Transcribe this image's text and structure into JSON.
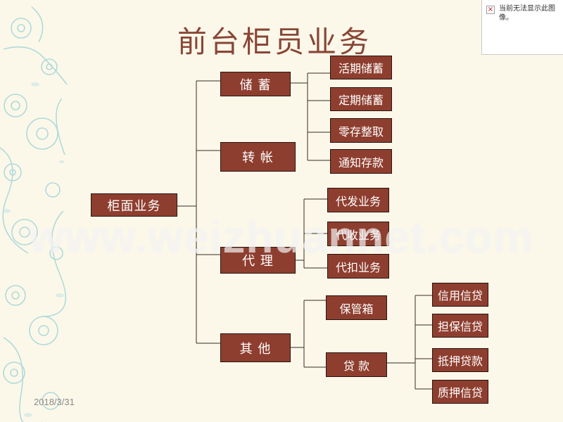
{
  "title": "前台柜员业务",
  "broken_image_text": "当前无法显示此图像。",
  "date": "2018/3/31",
  "watermark": "www.weizhuannet.com",
  "colors": {
    "node_fill": "#8e3e2f",
    "title": "#8a4636",
    "line": "#3a2a20"
  },
  "tree": {
    "root": "柜面业务",
    "level1": [
      "储  蓄",
      "转  帐",
      "代  理",
      "其  他"
    ],
    "savings": [
      "活期储蓄",
      "定期储蓄",
      "零存整取",
      "通知存款"
    ],
    "agency": [
      "代发业务",
      "代收业务",
      "代扣业务"
    ],
    "other": [
      "保管箱",
      "贷    款"
    ],
    "loans": [
      "信用信贷",
      "担保信贷",
      "抵押贷款",
      "质押信贷"
    ]
  }
}
